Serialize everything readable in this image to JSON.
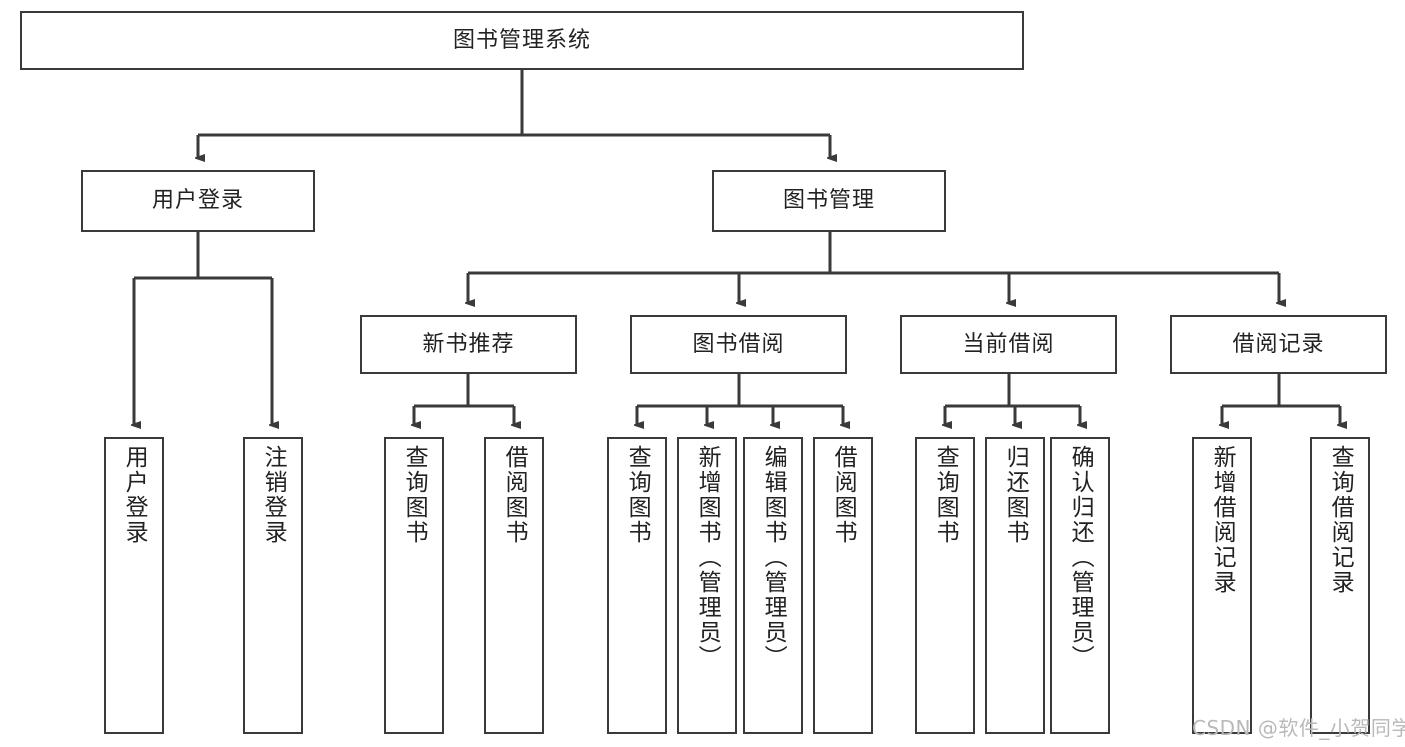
{
  "diagram": {
    "title": "图书管理系统",
    "type": "tree-hierarchy-functional-structure",
    "root": {
      "id": "root",
      "label": "图书管理系统"
    },
    "level2": [
      {
        "id": "user-login",
        "label": "用户登录"
      },
      {
        "id": "book-manage",
        "label": "图书管理"
      }
    ],
    "level3": [
      {
        "id": "new-book-recommend",
        "label": "新书推荐"
      },
      {
        "id": "book-borrow",
        "label": "图书借阅"
      },
      {
        "id": "current-borrow",
        "label": "当前借阅"
      },
      {
        "id": "borrow-record",
        "label": "借阅记录"
      }
    ],
    "leaves": {
      "user_login": [
        {
          "id": "leaf-user-login",
          "label": "用户登录"
        },
        {
          "id": "leaf-logout-login",
          "label": "注销登录"
        }
      ],
      "new_book_recommend": [
        {
          "id": "leaf-query-book-1",
          "label": "查询图书"
        },
        {
          "id": "leaf-borrow-book-1",
          "label": "借阅图书"
        }
      ],
      "book_borrow": [
        {
          "id": "leaf-query-book-2",
          "label": "查询图书"
        },
        {
          "id": "leaf-add-book-admin",
          "label": "新增图书（管理员）"
        },
        {
          "id": "leaf-edit-book-admin",
          "label": "编辑图书（管理员）"
        },
        {
          "id": "leaf-borrow-book-2",
          "label": "借阅图书"
        }
      ],
      "current_borrow": [
        {
          "id": "leaf-query-book-3",
          "label": "查询图书"
        },
        {
          "id": "leaf-return-book",
          "label": "归还图书"
        },
        {
          "id": "leaf-confirm-return-admin",
          "label": "确认归还（管理员）"
        }
      ],
      "borrow_record": [
        {
          "id": "leaf-add-borrow-record",
          "label": "新增借阅记录"
        },
        {
          "id": "leaf-query-borrow-record",
          "label": "查询借阅记录"
        }
      ]
    }
  },
  "watermark": {
    "text": "CSDN @软件_小贺同学"
  },
  "colors": {
    "stroke": "#3a3a3a",
    "fill": "#ffffff",
    "text": "#222222",
    "watermark": "#b9b9b9"
  }
}
